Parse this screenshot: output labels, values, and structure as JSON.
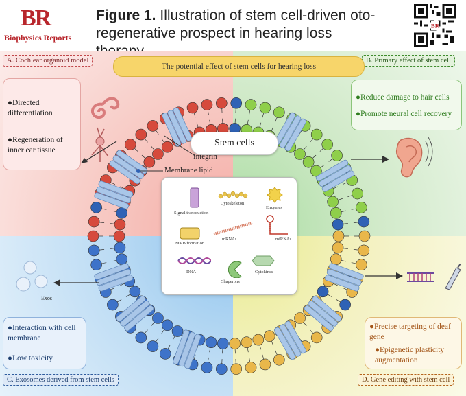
{
  "header": {
    "logo_letters": "BR",
    "logo_text": "Biophysics Reports",
    "figure_label": "Figure 1.",
    "figure_title": "Illustration of stem cell-driven oto-regenerative prospect in hearing loss therapy."
  },
  "banner": "The potential effect of stem cells for hearing loss",
  "center_label": "Stem cells",
  "membrane_labels": {
    "integrin": "Integrin",
    "membrane_lipid": "Membrane lipid"
  },
  "sections": {
    "a": {
      "title": "A. Cochlear organoid model",
      "items": [
        "●Directed differentiation",
        "●Regeneration of inner ear tissue"
      ],
      "color": "#c2474a"
    },
    "b": {
      "title": "B. Primary effect of stem cell",
      "items": [
        "●Reduce damage to hair cells",
        "●Promote neural cell recovery"
      ],
      "color": "#3f8c2e"
    },
    "c": {
      "title": "C. Exosomes derived from stem cells",
      "items": [
        "●Interaction with cell membrane",
        "●Low toxicity"
      ],
      "color": "#2e5c9e"
    },
    "d": {
      "title": "D. Gene editing with stem cell",
      "items": [
        "●Precise targeting of deaf gene",
        "●Epigenetic plasticity augmentation"
      ],
      "color": "#b5651d"
    }
  },
  "center_items": {
    "signal": "Signal transduction",
    "cytoskeleton": "Cytoskeleton",
    "enzymes": "Enzymes",
    "mvb": "MVB formation",
    "mrnas": "mRNAs",
    "mirnas": "miRNAs",
    "dna": "DNA",
    "chaperons": "Chaperons",
    "cytokines": "Cytokines"
  },
  "exos_label": "Exos"
}
